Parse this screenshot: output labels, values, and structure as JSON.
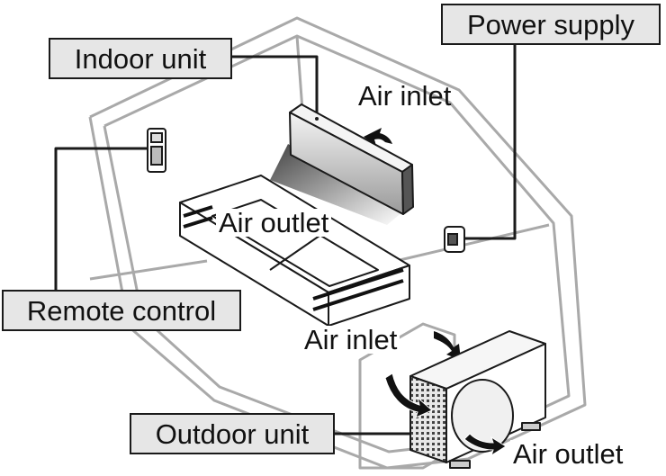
{
  "callouts": {
    "indoor_unit": "Indoor unit",
    "power_supply": "Power supply",
    "remote_control": "Remote control",
    "outdoor_unit": "Outdoor unit"
  },
  "airflow": {
    "indoor_inlet": "Air inlet",
    "indoor_outlet": "Air outlet",
    "outdoor_inlet": "Air inlet",
    "outdoor_outlet": "Air outlet"
  },
  "colors": {
    "callout_fill": "#e6e6e6",
    "outline": "#1a1a1a",
    "wall": "#a9a9a9"
  }
}
